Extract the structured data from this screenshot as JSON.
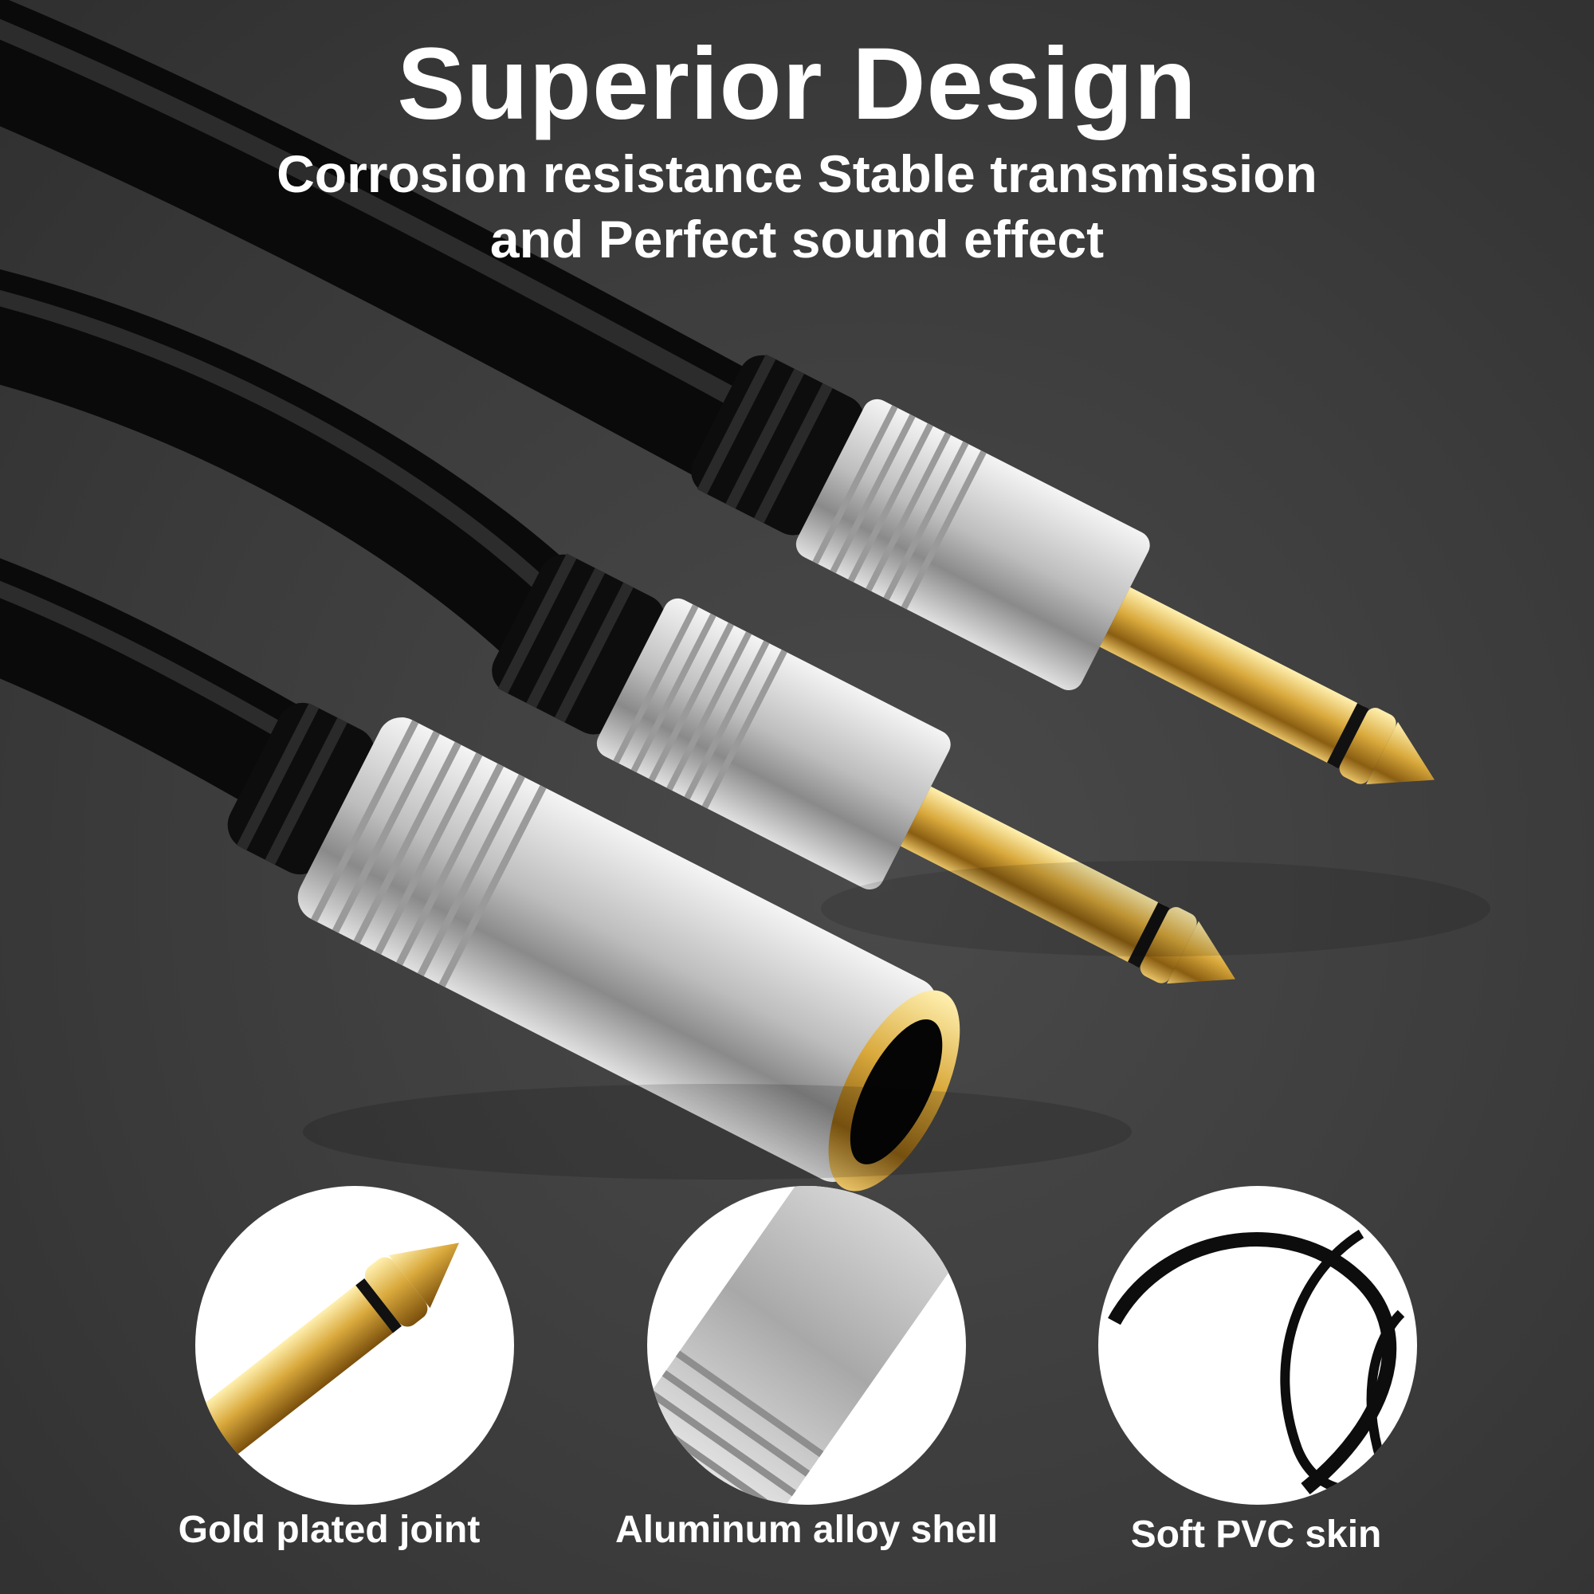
{
  "header": {
    "title": "Superior Design",
    "subtitle_line1": "Corrosion resistance Stable transmission",
    "subtitle_line2": "and Perfect sound effect"
  },
  "features": [
    {
      "label": "Gold plated joint",
      "icon": "gold-plug-tip-icon"
    },
    {
      "label": "Aluminum alloy shell",
      "icon": "aluminum-shell-icon"
    },
    {
      "label": "Soft PVC skin",
      "icon": "pvc-cable-icon"
    }
  ],
  "colors": {
    "background": "#3b3b3b",
    "text": "#ffffff",
    "gold": "#d9a93c",
    "silver": "#d6d6d6",
    "cable": "#111111",
    "brand_red": "#c8102e"
  }
}
